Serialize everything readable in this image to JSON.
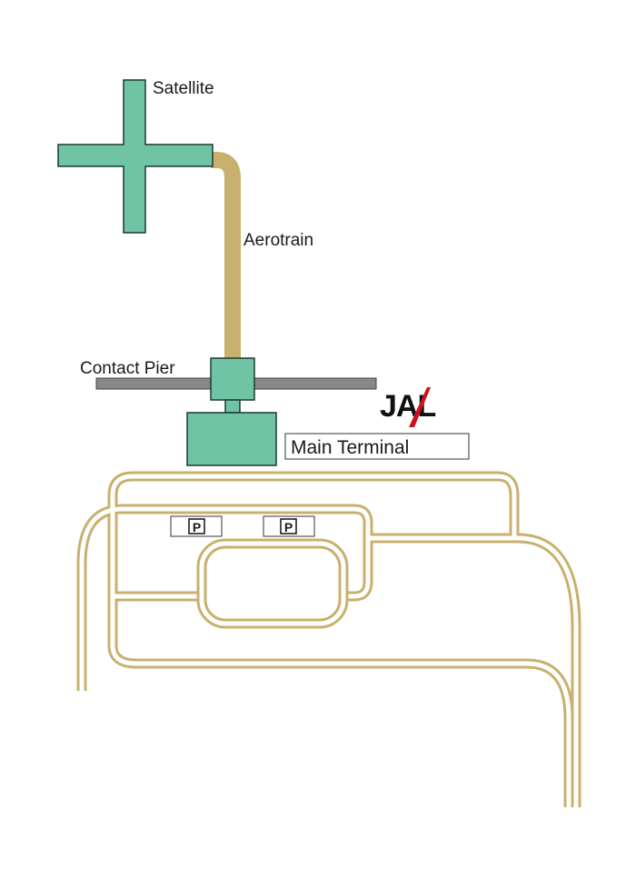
{
  "labels": {
    "satellite": "Satellite",
    "aerotrain": "Aerotrain",
    "contact_pier": "Contact Pier",
    "main_terminal": "Main Terminal"
  },
  "logo": {
    "text": "JAL",
    "colors": {
      "letters": "#111111",
      "slash": "#d0101c"
    }
  },
  "parking": [
    {
      "label": "P"
    },
    {
      "label": "P"
    }
  ],
  "colors": {
    "building": "#6fc4a5",
    "building_outline": "#1f3a30",
    "road": "#c8b06e",
    "road_inner": "#ffffff",
    "pier": "#888888",
    "pier_outline": "#444444",
    "aerotrain": "#c8b06e"
  }
}
